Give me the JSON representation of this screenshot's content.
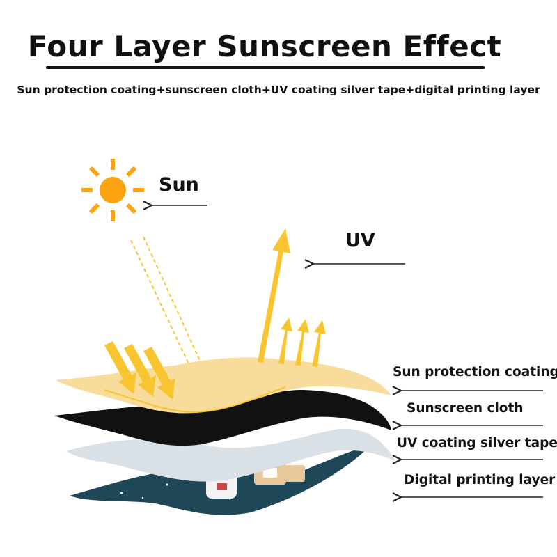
{
  "header": {
    "title": "Four Layer Sunscreen Effect",
    "subtitle": "Sun protection coating+sunscreen cloth+UV coating silver tape+digital printing layer"
  },
  "diagram": {
    "sun_label": "Sun",
    "uv_label": "UV",
    "layers": [
      {
        "label": "Sun protection coating"
      },
      {
        "label": "Sunscreen cloth"
      },
      {
        "label": "UV coating silver tape"
      },
      {
        "label": "Digital printing layer"
      }
    ],
    "colors": {
      "sun": "#FCA311",
      "ray": "#F8C530",
      "coating": "#F7DC9C",
      "cloth": "#111111",
      "silver": "#D9E0E6",
      "printing": "#1E4757",
      "arrow": "#222222"
    },
    "icons": [
      "sun-icon",
      "uv-reflect-arrow-icon",
      "incoming-ray-arrow-icon",
      "pointer-arrow-icon"
    ]
  }
}
